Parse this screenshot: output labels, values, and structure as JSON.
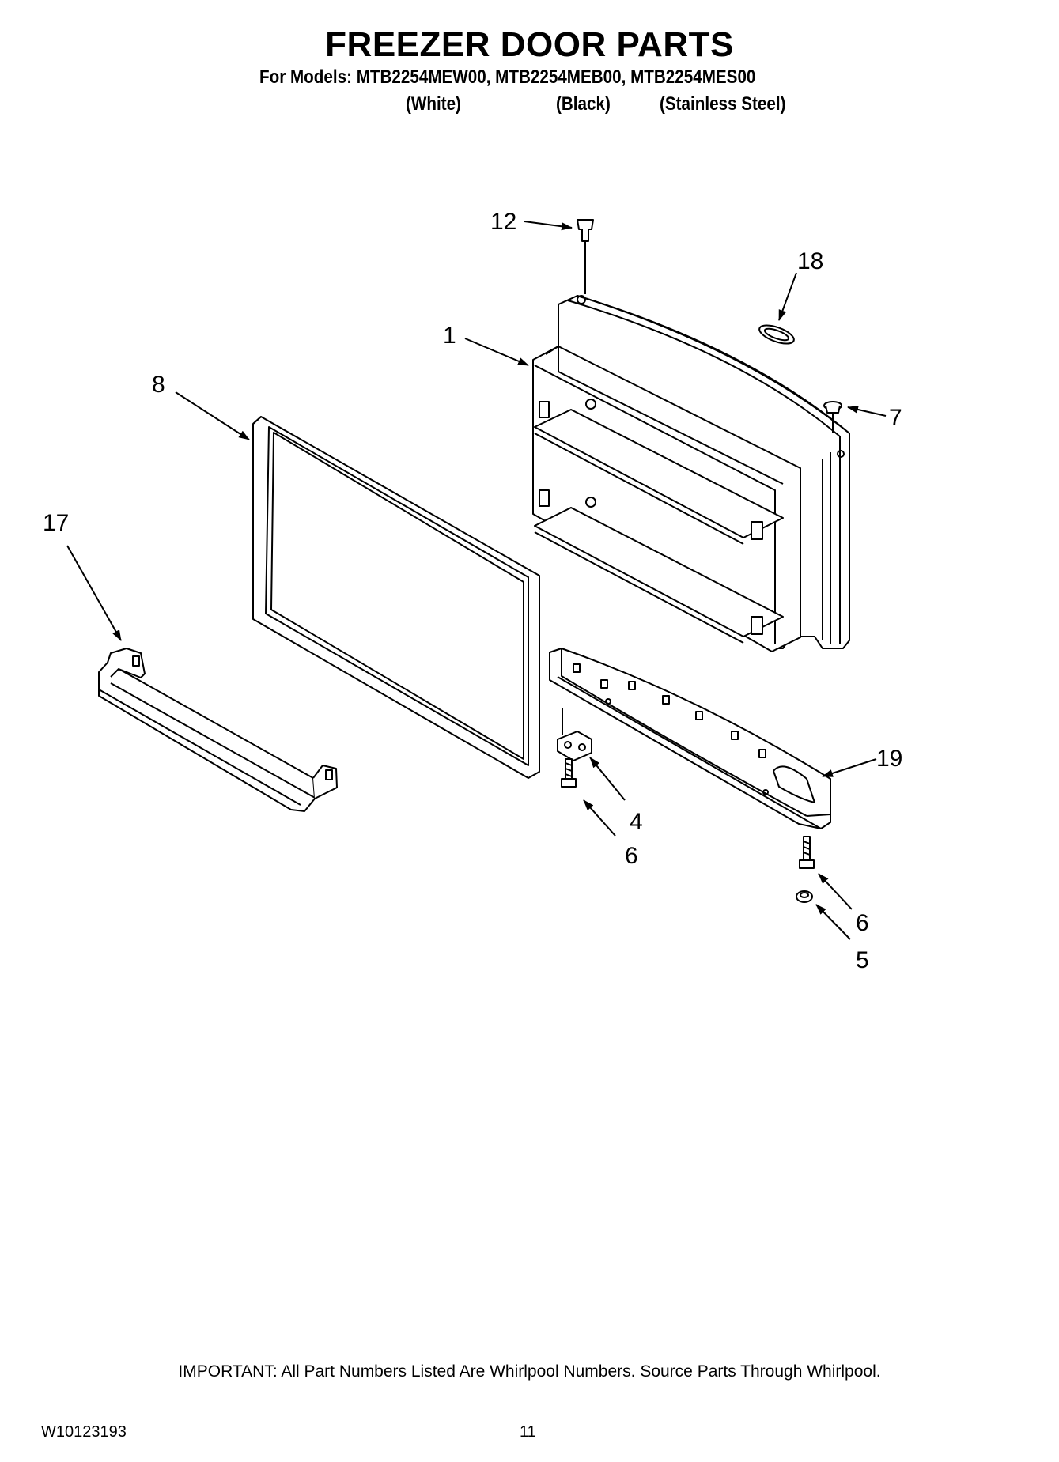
{
  "header": {
    "title": "FREEZER DOOR PARTS",
    "models_line": "For Models: MTB2254MEW00, MTB2254MEB00, MTB2254MES00",
    "variants": [
      "(White)",
      "(Black)",
      "(Stainless Steel)"
    ]
  },
  "callouts": {
    "door_assembly": "1",
    "hinge_bracket": "4",
    "nut": "5",
    "screw_hinge": "6",
    "screw_bottom": "6",
    "plug_right": "7",
    "gasket": "8",
    "plug_top": "12",
    "handle": "17",
    "badge": "18",
    "door_trim": "19"
  },
  "footer": {
    "note": "IMPORTANT: All Part Numbers Listed Are Whirlpool Numbers. Source Parts Through Whirlpool.",
    "doc_id": "W10123193",
    "page": "11"
  }
}
